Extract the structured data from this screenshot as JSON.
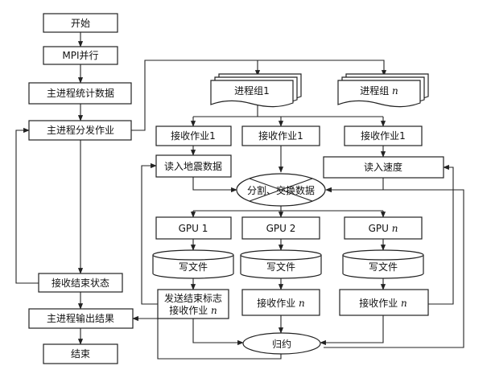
{
  "colors": {
    "stroke": "#222222",
    "fill": "#ffffff",
    "text": "#111111"
  },
  "flow": {
    "start": "开始",
    "mpi": "MPI并行",
    "master_stats": "主进程统计数据",
    "master_dispatch": "主进程分发作业",
    "receive_end_status": "接收结束状态",
    "master_output": "主进程输出结果",
    "end": "结束"
  },
  "groups": {
    "group1": "进程组1",
    "groupn_prefix": "进程组 ",
    "n": "n"
  },
  "jobs": {
    "receive_job_1a": "接收作业1",
    "receive_job_1b": "接收作业1",
    "receive_job_1c": "接收作业1",
    "read_seismic": "读入地震数据",
    "read_velocity": "读入速度",
    "split_exchange": "分割、交换数据",
    "gpu1": "GPU 1",
    "gpu2": "GPU 2",
    "gpun_prefix": "GPU ",
    "write_file_1": "写文件",
    "write_file_2": "写文件",
    "write_file_3": "写文件",
    "send_end_flag": "发送结束标志",
    "receive_job_n_prefix": "接收作业 ",
    "receive_job_n2_prefix": "接收作业 ",
    "receive_job_n3_prefix": "接收作业 ",
    "reduce": "归约"
  }
}
